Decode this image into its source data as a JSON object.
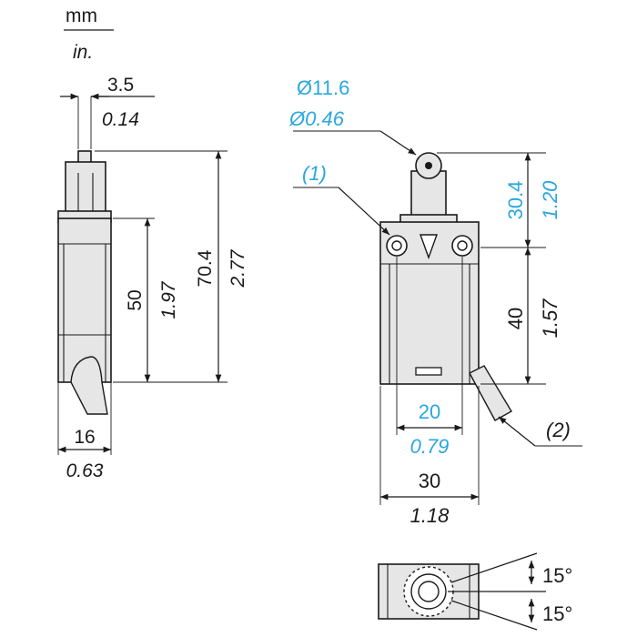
{
  "units": {
    "primary": "mm",
    "secondary": "in."
  },
  "colors": {
    "line": "#1a1a1a",
    "accent_blue": "#2aa7df",
    "body_fill": "#e6e6e6"
  },
  "side_view": {
    "width_top": {
      "mm": "3.5",
      "in": "0.14"
    },
    "height_body": {
      "mm": "50",
      "in": "1.97"
    },
    "height_total": {
      "mm": "70.4",
      "in": "2.77"
    },
    "width_bottom": {
      "mm": "16",
      "in": "0.63"
    }
  },
  "front_view": {
    "roller_diameter": {
      "mm": "Ø11.6",
      "in": "Ø0.46"
    },
    "callout_1": "(1)",
    "callout_2": "(2)",
    "plunger_height": {
      "mm": "30.4",
      "in": "1.20"
    },
    "body_height": {
      "mm": "40",
      "in": "1.57"
    },
    "hole_spacing": {
      "mm": "20",
      "in": "0.79"
    },
    "body_width": {
      "mm": "30",
      "in": "1.18"
    }
  },
  "top_view": {
    "angle_upper": "15°",
    "angle_lower": "15°"
  }
}
